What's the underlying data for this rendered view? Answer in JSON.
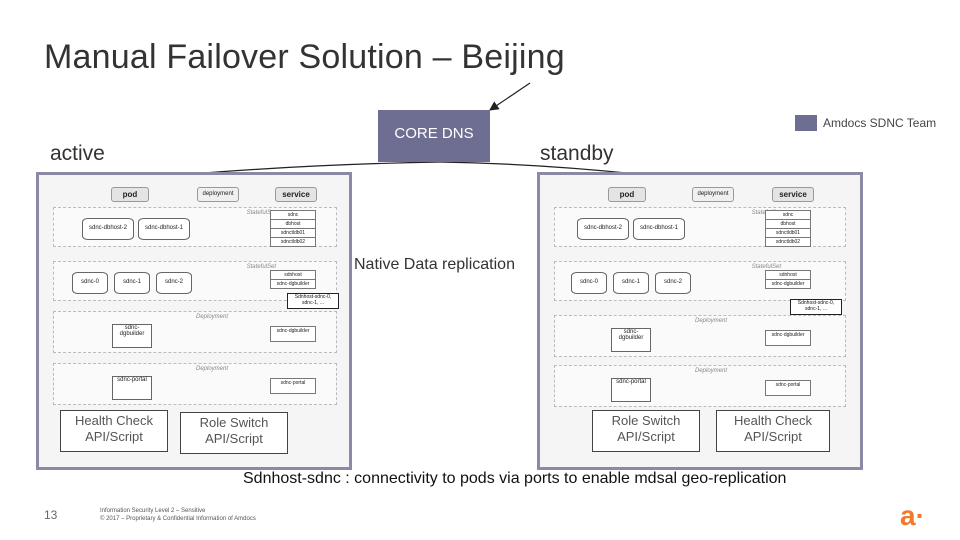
{
  "title": "Manual Failover Solution – Beijing",
  "legend": {
    "label": "Amdocs SDNC Team",
    "color": "#6e6e92"
  },
  "core_dns": "CORE DNS",
  "sites": {
    "active": "active",
    "standby": "standby"
  },
  "native_replication": "Native Data replication",
  "connectivity_note": "Sdnhost-sdnc : connectivity to pods via ports to enable mdsal geo-replication",
  "cluster": {
    "headers": {
      "pod": "pod",
      "deployment": "deployment",
      "service": "service"
    },
    "statefulset_label": "StatefulSet",
    "deployment_label": "Deployment",
    "db_pods": [
      "sdnc-dbhost-2",
      "sdnc-dbhost-1"
    ],
    "sdnc_pods": [
      "sdnc-0",
      "sdnc-1",
      "sdnc-2"
    ],
    "dgbuilder": "sdnc-dgbuilder",
    "portal": "sdnc-portal",
    "services": {
      "db": [
        "sdnc",
        "dbhost",
        "sdnctldb01",
        "sdnctldb02"
      ],
      "host": [
        "sdnhost",
        "sdnc-dgbuilder"
      ],
      "dg": "sdnc-dgbuilder",
      "portal": "sdnc-portal"
    },
    "sticky_note": "Sdnhost-sdnc-0, sdnc-1, ..."
  },
  "buttons": {
    "active_health": "Health Check API/Script",
    "active_role": "Role Switch API/Script",
    "standby_role": "Role Switch API/Script",
    "standby_health": "Health Check API/Script"
  },
  "footer": {
    "page": "13",
    "line1": "Information Security Level 2 – Sensitive",
    "line2": "© 2017 – Proprietary & Confidential Information of Amdocs"
  },
  "logo": "a·"
}
